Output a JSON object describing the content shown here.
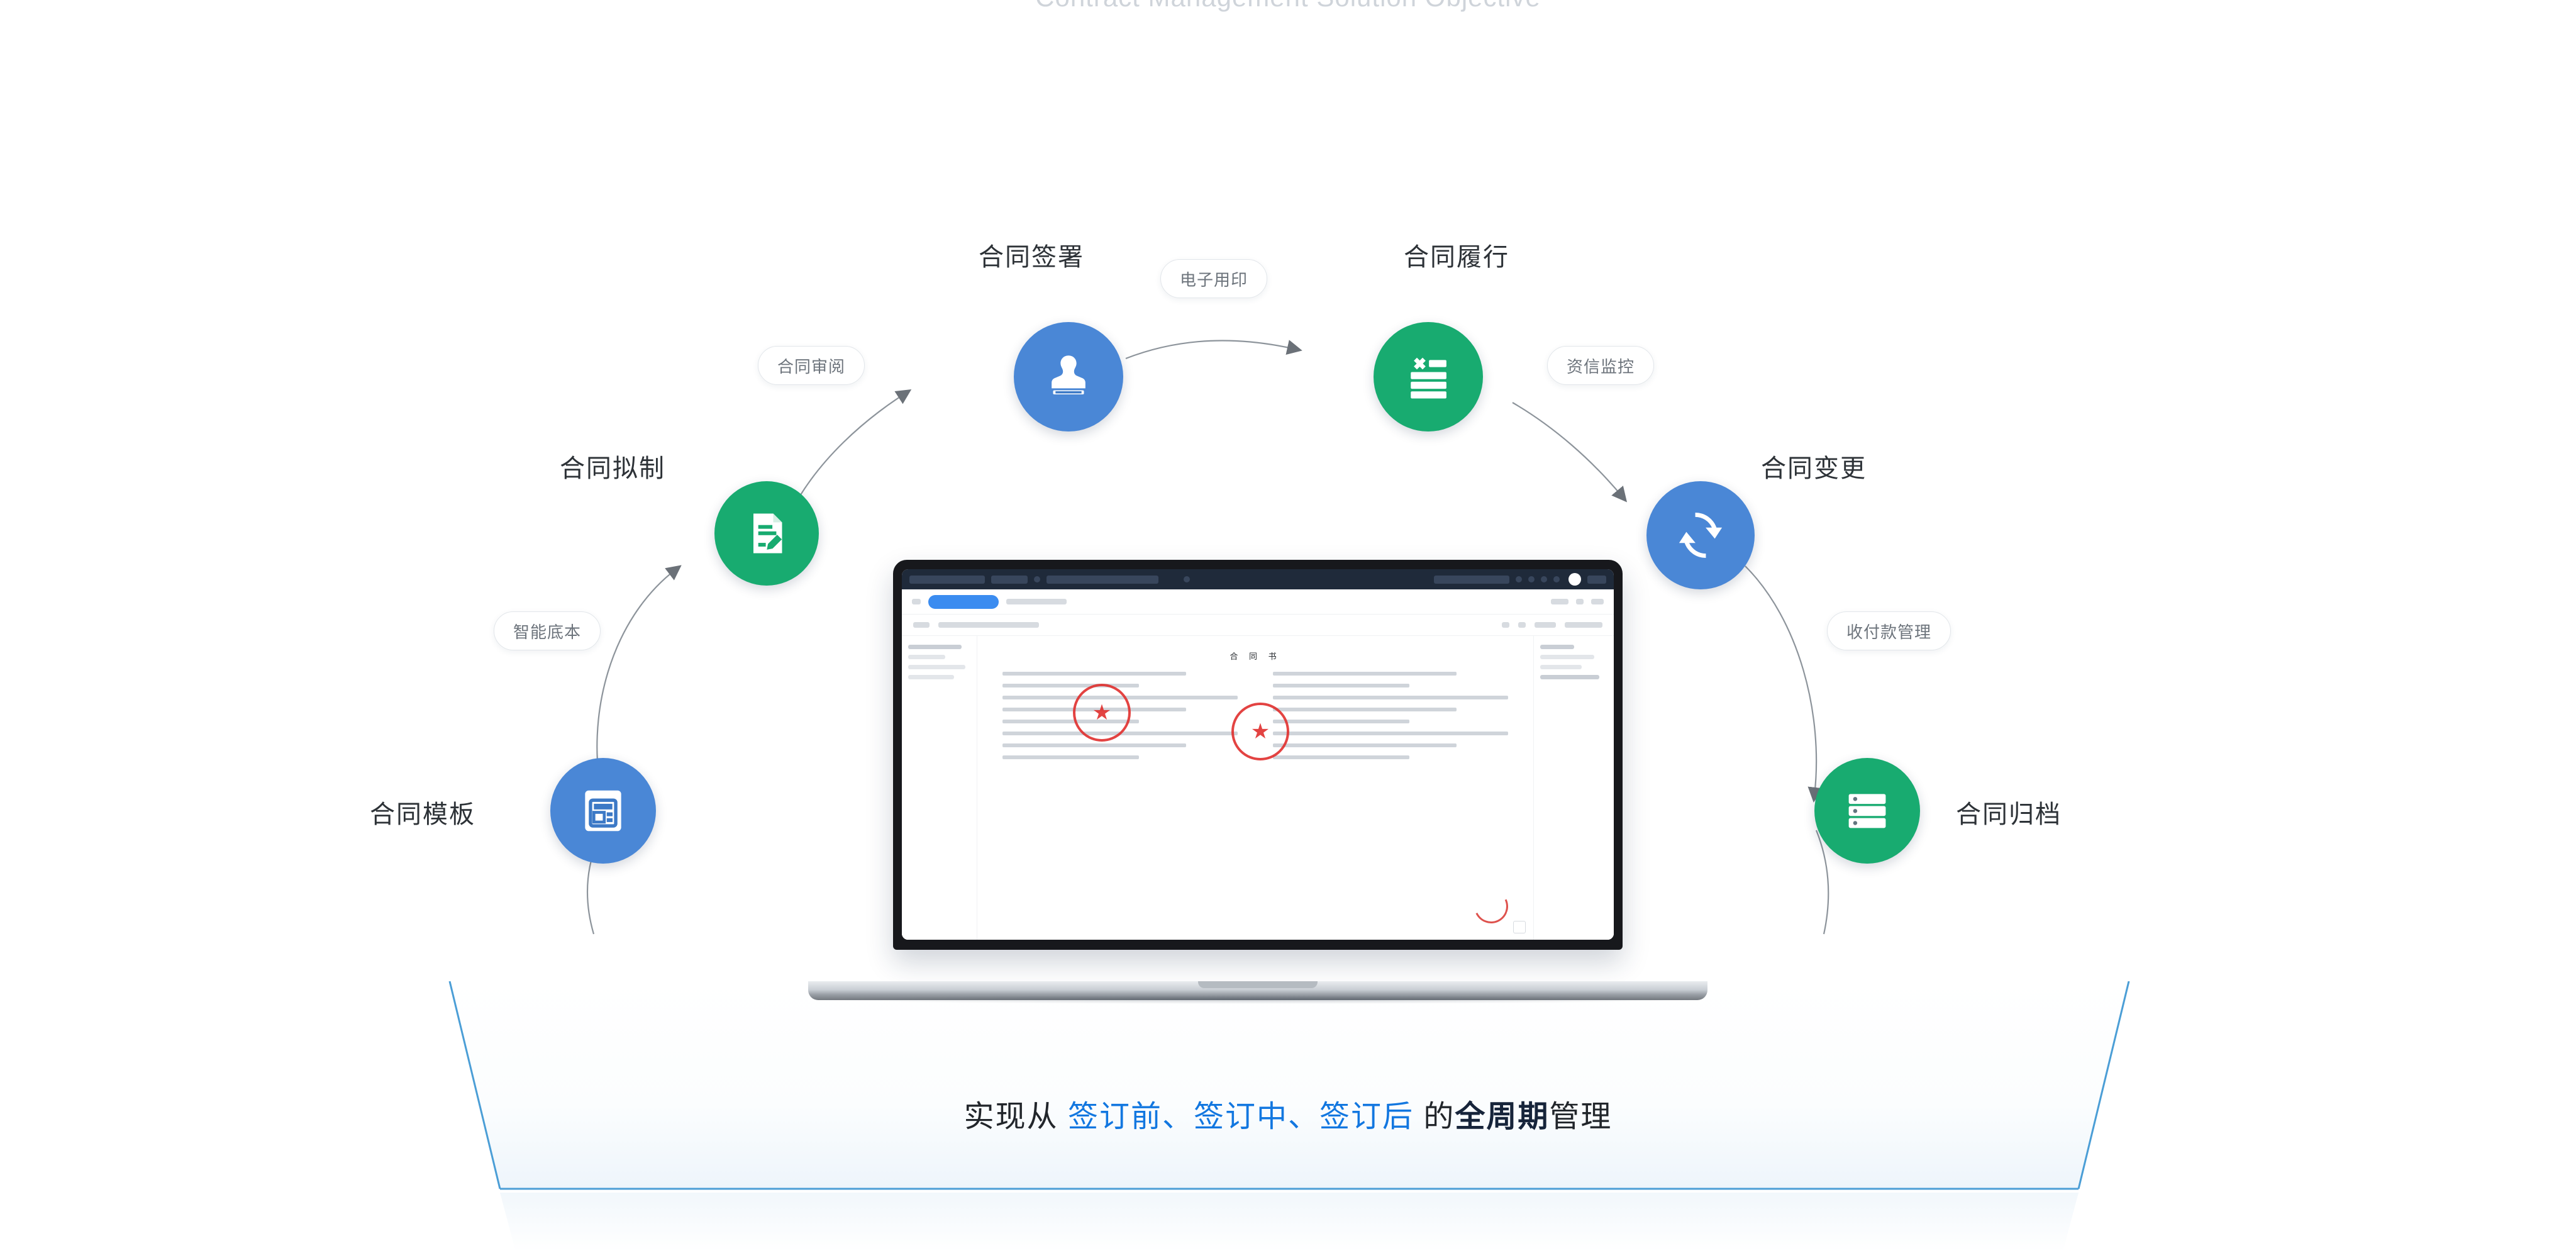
{
  "page": {
    "title_en": "Contract Management Solution Objective"
  },
  "flow": {
    "nodes": [
      {
        "id": "template",
        "caption": "合同模板",
        "icon": "layout-template-icon",
        "color": "#4a87d6",
        "color_name": "blue"
      },
      {
        "id": "drafting",
        "caption": "合同拟制",
        "icon": "document-edit-icon",
        "color": "#18ab70",
        "color_name": "green"
      },
      {
        "id": "signing",
        "caption": "合同签署",
        "icon": "stamp-icon",
        "color": "#4a87d6",
        "color_name": "blue"
      },
      {
        "id": "performance",
        "caption": "合同履行",
        "icon": "checklist-icon",
        "color": "#18ab70",
        "color_name": "green"
      },
      {
        "id": "change",
        "caption": "合同变更",
        "icon": "sync-refresh-icon",
        "color": "#4a87d6",
        "color_name": "blue"
      },
      {
        "id": "archive",
        "caption": "合同归档",
        "icon": "database-server-icon",
        "color": "#18ab70",
        "color_name": "green"
      }
    ],
    "tags": [
      {
        "id": "smart-base",
        "label": "智能底本"
      },
      {
        "id": "review",
        "label": "合同审阅"
      },
      {
        "id": "e-seal",
        "label": "电子用印"
      },
      {
        "id": "credit-watch",
        "label": "资信监控"
      },
      {
        "id": "payment-mgmt",
        "label": "收付款管理"
      }
    ]
  },
  "laptop": {
    "screen": {
      "document_title": "合 同 书",
      "seal_glyph_left": "★",
      "seal_glyph_right": "★"
    }
  },
  "tagline": {
    "prefix": "实现从 ",
    "highlight": "签订前、签订中、签订后",
    "middle": " 的",
    "strong": "全周期",
    "suffix": "管理",
    "highlight_color": "#1277e0"
  }
}
